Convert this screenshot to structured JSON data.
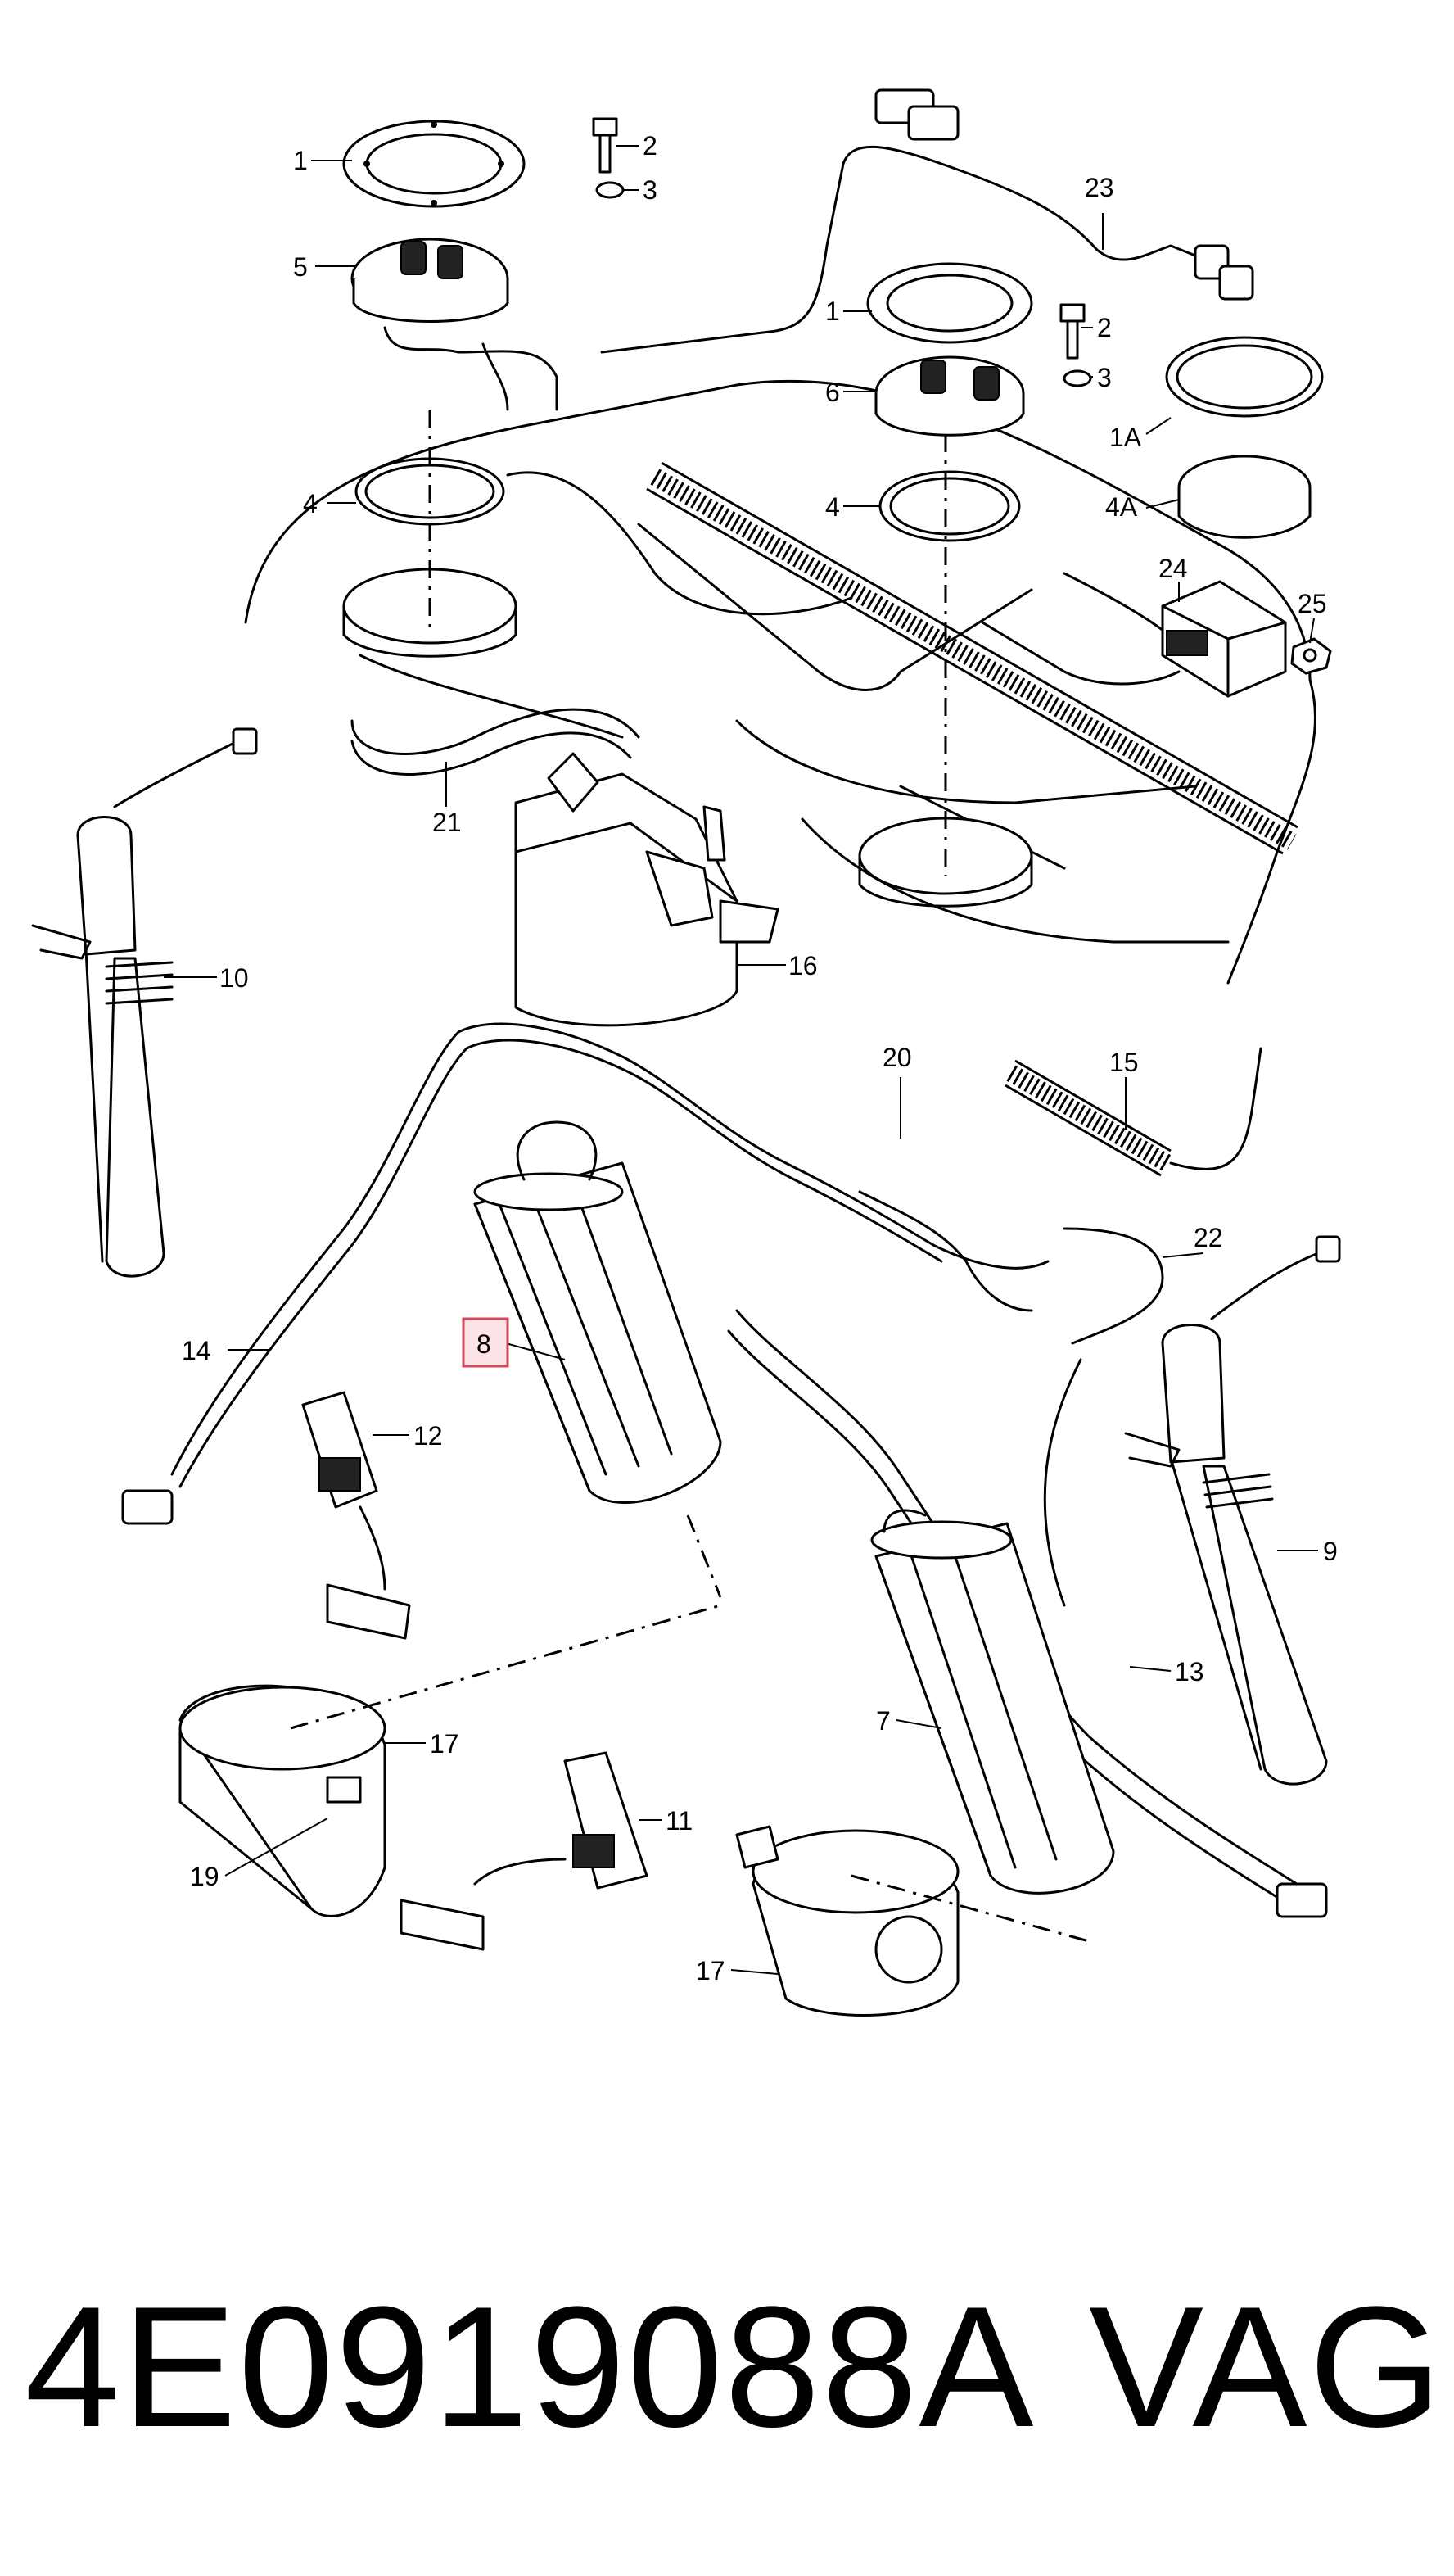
{
  "diagram": {
    "highlighted_callout": "8",
    "callouts": {
      "c1a": "1",
      "c2a": "2",
      "c3a": "3",
      "c5": "5",
      "c4a": "4",
      "c23": "23",
      "c1b": "1",
      "c2b": "2",
      "c3b": "3",
      "c6": "6",
      "c1A": "1A",
      "c4b": "4",
      "c4A": "4A",
      "c24": "24",
      "c25": "25",
      "c21": "21",
      "c10": "10",
      "c16": "16",
      "c20": "20",
      "c15": "15",
      "c22": "22",
      "c8": "8",
      "c14": "14",
      "c12": "12",
      "c9": "9",
      "c13": "13",
      "c7": "7",
      "c17a": "17",
      "c19": "19",
      "c11": "11",
      "c17b": "17"
    }
  },
  "footer": {
    "part_number": "4E0919088A",
    "brand": "VAG"
  },
  "colors": {
    "highlight_border": "#d04a5a",
    "highlight_fill": "#fbe3e6"
  }
}
